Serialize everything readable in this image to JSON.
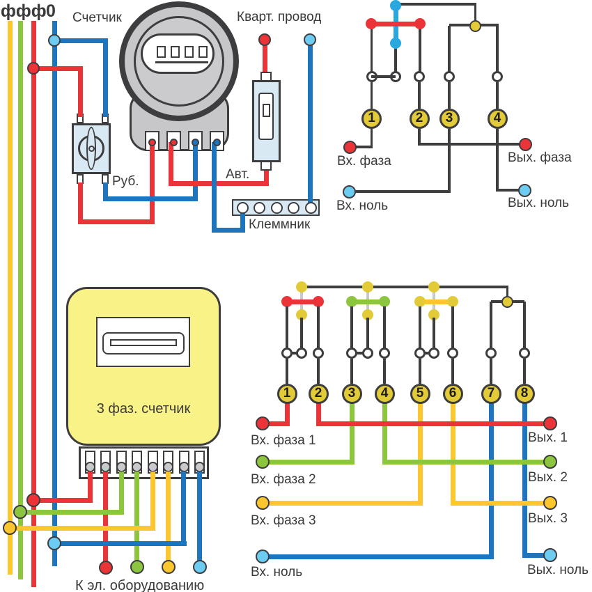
{
  "colors": {
    "red": "#ea3438",
    "green": "#8cc63f",
    "yellow": "#fcc72e",
    "blue": "#1d76bd",
    "cyan": "#6cccf1",
    "bright_blue": "#2aa7df",
    "wire_dark": "#3d3d3f",
    "component_blue": "#d9e9f3",
    "meter_grey": "#c7c7c9",
    "meter_yellow": "#f9f287",
    "terminal_yellow": "#e2cb37",
    "text": "#3a3a3c"
  },
  "bus": {
    "phase_label": "ффф",
    "neutral_label": "0"
  },
  "circuit1": {
    "meter": "Счетчик",
    "apartment": "Кварт. провод",
    "switch": "Руб.",
    "breaker": "Авт.",
    "terminal_block": "Клеммник"
  },
  "circuit2": {
    "meter": "3 фаз. счетчик",
    "equipment": "К эл. оборудованию"
  },
  "schematic1": {
    "terminals": [
      "1",
      "2",
      "3",
      "4"
    ],
    "labels": {
      "in_phase": "Вх. фаза",
      "out_phase": "Вых. фаза",
      "in_neutral": "Вх. ноль",
      "out_neutral": "Вых. ноль"
    }
  },
  "schematic2": {
    "terminals": [
      "1",
      "2",
      "3",
      "4",
      "5",
      "6",
      "7",
      "8"
    ],
    "labels": {
      "in_phase_1": "Вх. фаза 1",
      "in_phase_2": "Вх. фаза 2",
      "in_phase_3": "Вх. фаза 3",
      "in_neutral": "Вх. ноль",
      "out_1": "Вых. 1",
      "out_2": "Вых. 2",
      "out_3": "Вых. 3",
      "out_neutral": "Вых. ноль"
    }
  }
}
